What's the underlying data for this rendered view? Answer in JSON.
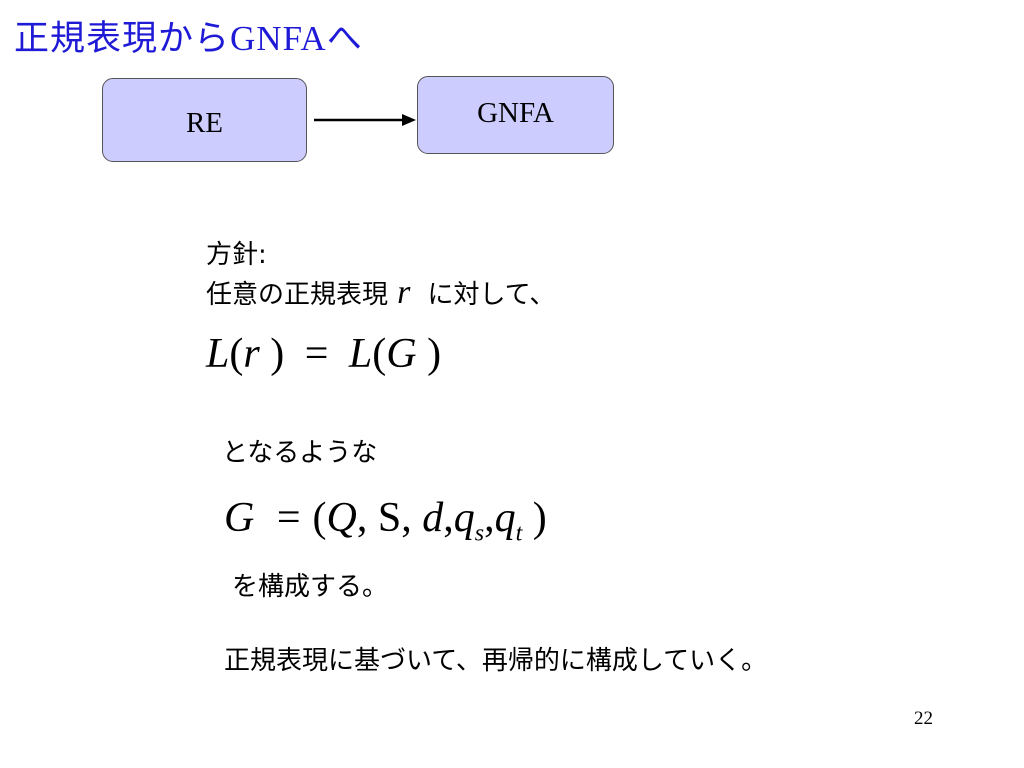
{
  "slide": {
    "title_jp": "正規表現から",
    "title_latin": "GNFA",
    "title_suffix": "へ",
    "page_number": "22"
  },
  "diagram": {
    "source_box": "RE",
    "target_box": "GNFA"
  },
  "content": {
    "policy_label": "方針:",
    "line1_pre": "任意の正規表現",
    "line1_var": "r",
    "line1_post": "に対して、",
    "equation1": {
      "lhs_fn": "L",
      "lhs_arg": "r",
      "eq": "=",
      "rhs_fn": "L",
      "rhs_arg": "G"
    },
    "such_that": "となるような",
    "equation2": {
      "lhs": "G",
      "eq": "=",
      "tuple_Q": "Q",
      "tuple_S": "S",
      "tuple_d": "d",
      "tuple_q": "q",
      "sub_s": "s",
      "sub_t": "t"
    },
    "construct": "を構成する。",
    "recursive_note": "正規表現に基づいて、再帰的に構成していく。"
  }
}
